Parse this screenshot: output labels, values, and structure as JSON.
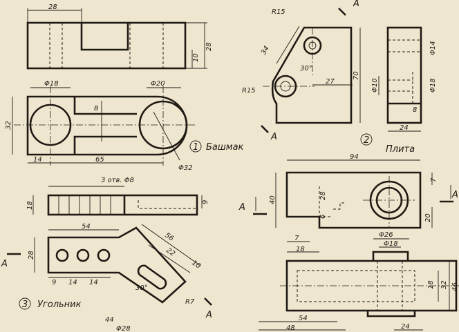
{
  "colors": {
    "paper": "#efe6cf",
    "ink": "#1f1a14"
  },
  "part1": {
    "number": "1",
    "name": "Башмак",
    "dims": {
      "top_len": "28",
      "height": "28",
      "step": "10",
      "d_left": "Φ18",
      "d_right": "Φ20",
      "slot": "8",
      "width": "32",
      "offset": "14",
      "centers": "65",
      "boss": "Φ32"
    }
  },
  "part2": {
    "number": "2",
    "name": "Плита",
    "section_letter": "A",
    "dims": {
      "r_top": "R15",
      "arm": "34",
      "angle": "30°",
      "r_low": "R15",
      "to_edge": "27",
      "height": "70",
      "d14": "Φ14",
      "d10": "Φ10",
      "d18": "Φ18",
      "step": "8",
      "side_w": "24"
    }
  },
  "part3": {
    "number": "3",
    "name": "Угольник",
    "section_letter": "A",
    "dims": {
      "holes": "3 отв. Φ8",
      "height18": "18",
      "height9": "9",
      "len54": "54",
      "h28": "28",
      "o9": "9",
      "p14a": "14",
      "p14b": "14",
      "len56": "56",
      "s22": "22",
      "s10": "10",
      "angle": "30°",
      "r7": "R7",
      "bottom44": "44",
      "bottom_d28": "Φ28"
    }
  },
  "part4": {
    "section_letter": "A",
    "dims": {
      "len94": "94",
      "d7": "7",
      "h40": "40",
      "h28": "28",
      "d6": "6",
      "o7": "7",
      "o18": "18",
      "d20": "20",
      "d26": "Φ26",
      "d18": "Φ18",
      "h18": "18",
      "h32": "32",
      "h46": "46",
      "b54": "54",
      "b48": "48",
      "b24": "24"
    }
  }
}
